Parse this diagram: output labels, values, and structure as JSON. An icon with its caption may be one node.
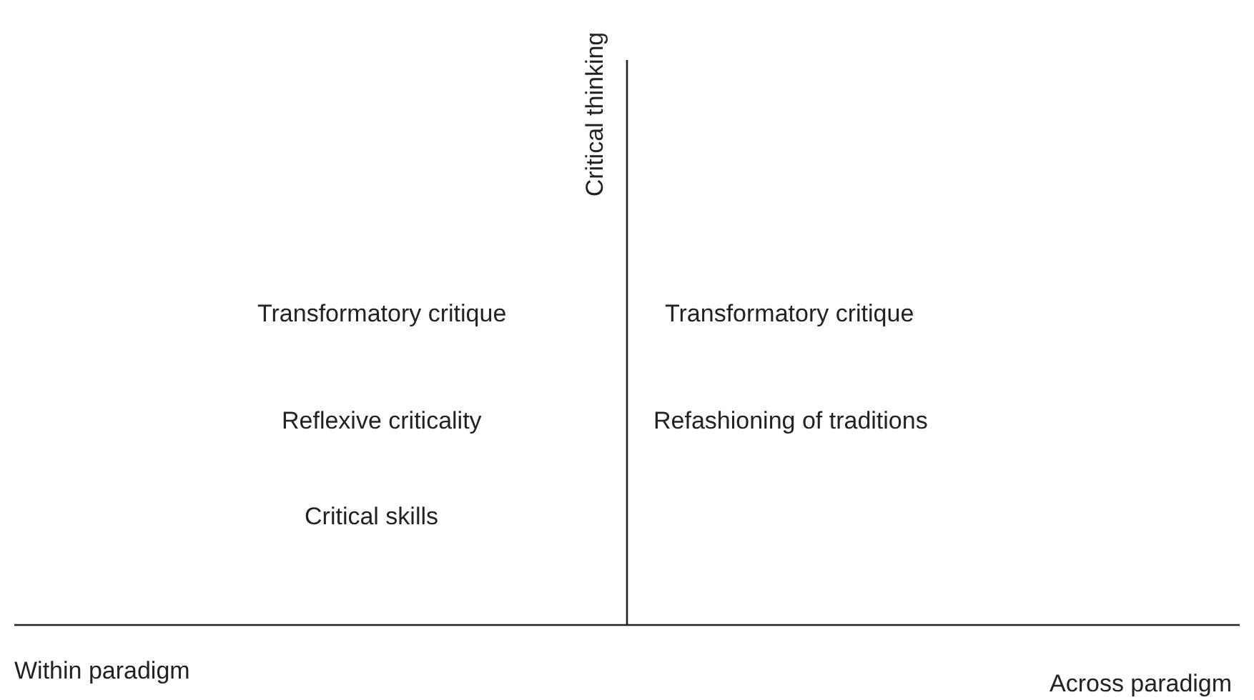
{
  "diagram": {
    "labels": [
      "Critical thinking",
      "Transformatory critique",
      "Transformatory critique",
      "Reflexive criticality",
      "Refashioning of traditions",
      "Critical skills",
      "Within paradigm",
      "Across paradigm"
    ]
  }
}
